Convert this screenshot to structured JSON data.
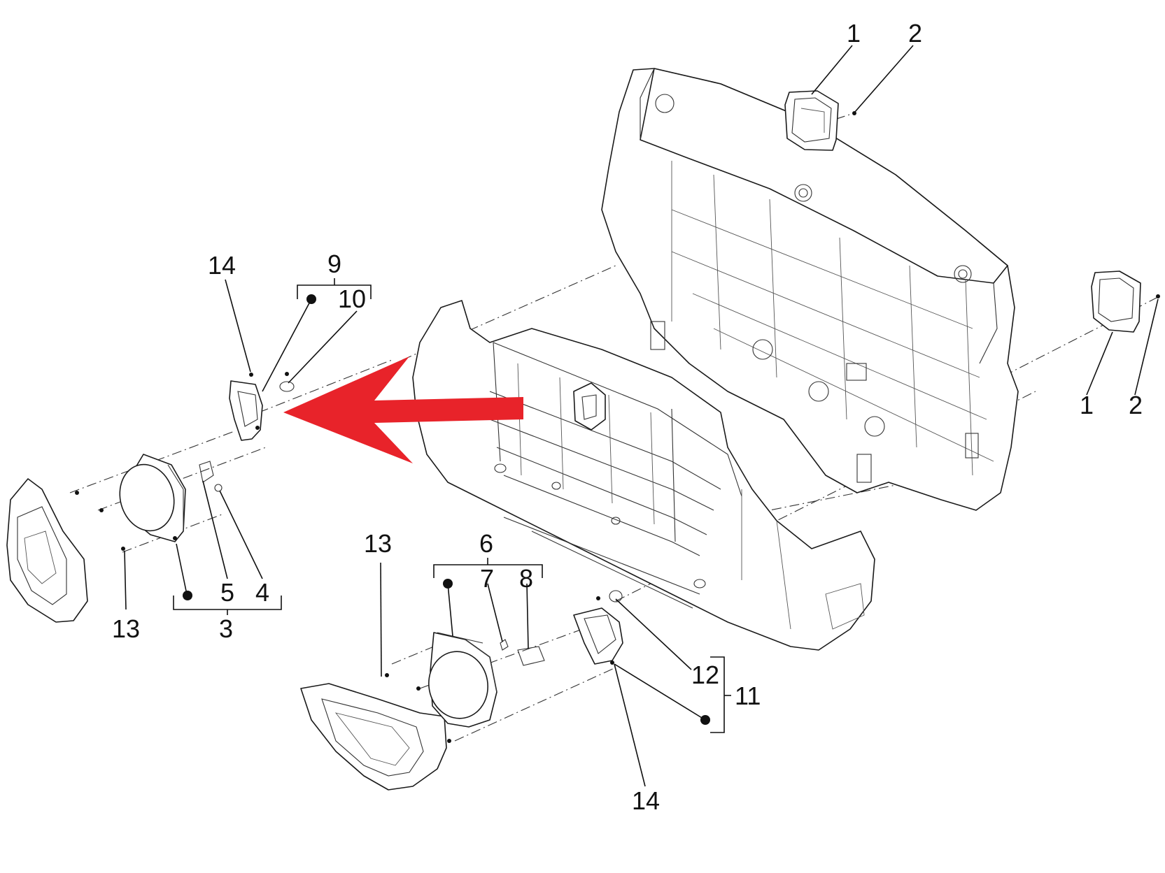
{
  "callouts": {
    "c1a": "1",
    "c2a": "2",
    "c1b": "1",
    "c2b": "2",
    "c14a": "14",
    "c9": "9",
    "c10": "10",
    "c13a": "13",
    "c5": "5",
    "c4": "4",
    "c3": "3",
    "c13b": "13",
    "c6": "6",
    "c7": "7",
    "c8": "8",
    "c12": "12",
    "c11": "11",
    "c14b": "14"
  },
  "colors": {
    "highlight_arrow": "#e8232a",
    "line": "#1a1a1a",
    "background": "#ffffff"
  }
}
